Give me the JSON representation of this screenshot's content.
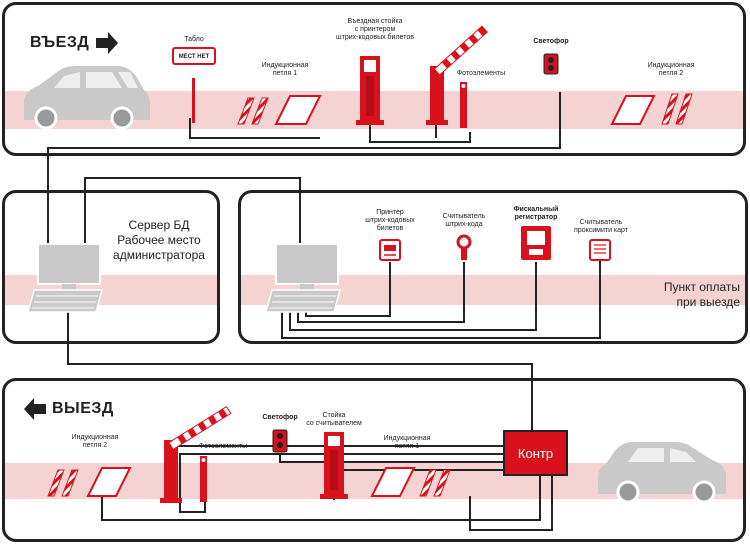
{
  "colors": {
    "accent": "#d9111c",
    "stripe": "#f6d3d3",
    "line": "#222222",
    "grey": "#c9c9c9"
  },
  "entry": {
    "direction_label": "ВЪЕЗД",
    "board_label": "Табло",
    "board_text": "МЕСТ НЕТ",
    "loop1_label": [
      "Индукционная",
      "петля 1"
    ],
    "stand_label": [
      "Въездная стойка",
      "с принтером",
      "штрих-кодовых билетов"
    ],
    "photo_label": "Фотоэлементы",
    "light_label": "Светофор",
    "loop2_label": [
      "Индукционная",
      "петля 2"
    ]
  },
  "server": {
    "title": [
      "Сервер БД",
      "Рабочее место",
      "администратора"
    ]
  },
  "payment": {
    "printer_label": [
      "Принтер",
      "штрих-кодовых",
      "билетов"
    ],
    "scanner_label": [
      "Считыватель",
      "штрих-кода"
    ],
    "fiscal_label": [
      "Фискальный",
      "регистратор"
    ],
    "proximity_label": [
      "Считыватель",
      "проксимити карт"
    ],
    "title": [
      "Пункт оплаты",
      "при выезде"
    ]
  },
  "exit": {
    "direction_label": "ВЫЕЗД",
    "loop2_label": [
      "Индукционная",
      "петля 2"
    ],
    "photo_label": "Фотоэлементы",
    "light_label": "Светофор",
    "stand_label": [
      "Стойка",
      "со считывателем"
    ],
    "loop1_label": [
      "Индукционная",
      "петля 1"
    ],
    "controller_label": "Контр"
  }
}
